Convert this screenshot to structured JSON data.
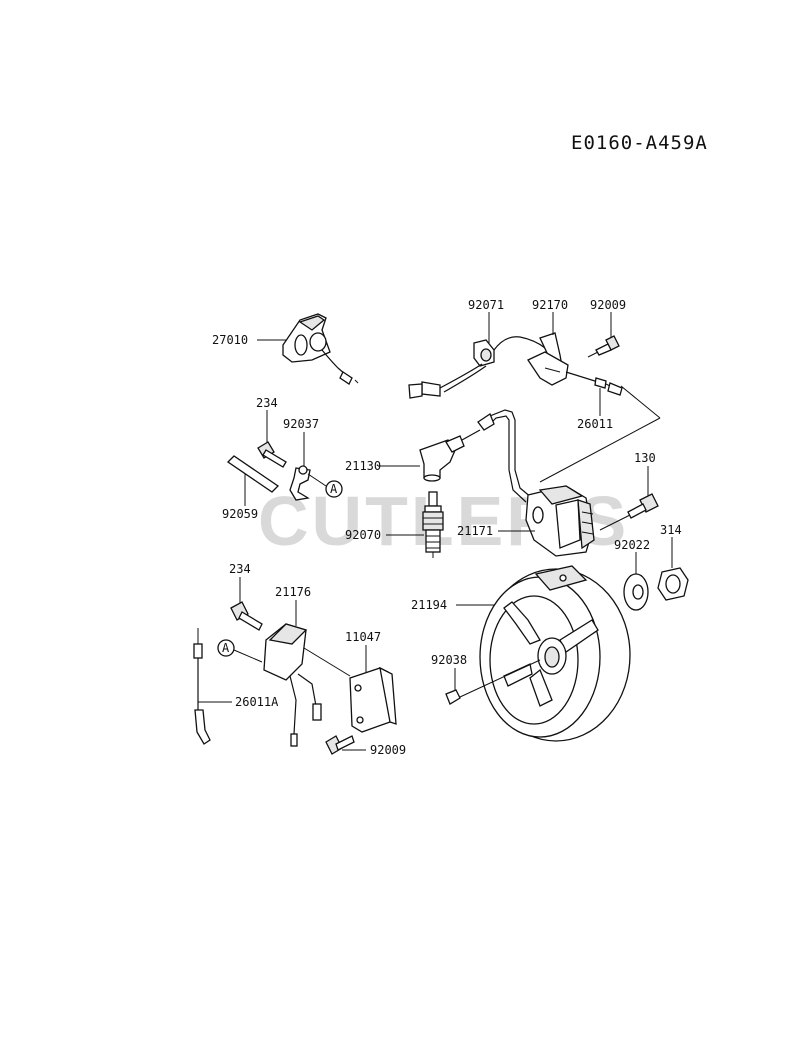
{
  "diagram": {
    "code": "E0160-A459A",
    "watermark": "CUTLER'S",
    "parts": {
      "p27010": "27010",
      "p92071": "92071",
      "p92170": "92170",
      "p92009_top": "92009",
      "p26011": "26011",
      "p234_top": "234",
      "p92037": "92037",
      "p92059": "92059",
      "p21130": "21130",
      "p92070": "92070",
      "p21171": "21171",
      "p130": "130",
      "p314": "314",
      "p92022": "92022",
      "p21194": "21194",
      "p92038": "92038",
      "p234_bottom": "234",
      "p21176": "21176",
      "p11047": "11047",
      "p26011A": "26011A",
      "p92009_bottom": "92009"
    },
    "refs": {
      "ref_a_top": "A",
      "ref_a_bottom": "A"
    }
  }
}
